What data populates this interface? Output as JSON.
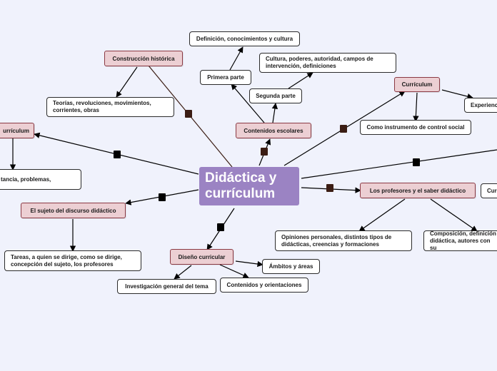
{
  "map": {
    "root": "Didáctica y currículum",
    "construccion_historica": "Construcción histórica",
    "teorias": "Teorías, revoluciones, movimientos, corrientes, obras",
    "curriculum_left": "urrículum",
    "curriculum_left_child": "tancia, problemas,",
    "sujeto_discurso": "El sujeto del discurso didáctico",
    "tareas": "Tareas, a quien se dirige, como se dirige, concepción del sujeto, los profesores",
    "diseno_curricular": "Diseño curricular",
    "investigacion": "Investigación general del tema",
    "contenidos_orientaciones": "Contenidos y orientaciones",
    "ambitos": "Ámbitos y áreas",
    "contenidos_escolares": "Contenidos escolares",
    "primera_parte": "Primera parte",
    "segunda_parte": "Segunda parte",
    "definicion": "Definición, conocimientos y cultura",
    "cultura_poderes": "Cultura, poderes, autoridad, campos de intervención, definiciones",
    "curriculum_right": "Currículum",
    "control_social": "Como instrumento de control social",
    "experiencia": "Experienc",
    "profesores_saber": "Los profesores y el saber didáctico",
    "opiniones": "Opiniones personales, distintos tipos de didácticas, creencias y formaciones",
    "composicion": "Composición, definición didáctica, autores con su",
    "cur_edge": "Curr"
  },
  "colors": {
    "background": "#f0f2fc",
    "root_fill": "#9b83c3",
    "topic_fill": "#eccfd3",
    "topic_border": "#8b3a44",
    "connector": "#3b1d14"
  }
}
